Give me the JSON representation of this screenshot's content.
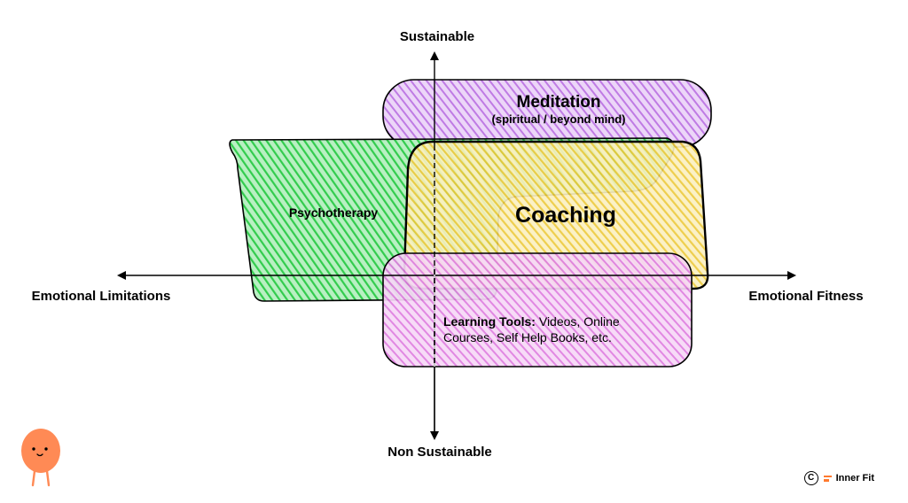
{
  "axes": {
    "top": "Sustainable",
    "bottom": "Non Sustainable",
    "left": "Emotional Limitations",
    "right": "Emotional Fitness"
  },
  "regions": {
    "meditation": {
      "title": "Meditation",
      "subtitle": "(spiritual / beyond mind)",
      "color": "#c17ee6"
    },
    "psychotherapy": {
      "title": "Psychotherapy",
      "color": "#3fd45a"
    },
    "coaching": {
      "title": "Coaching",
      "color": "#efcf45"
    },
    "learning_tools": {
      "title_bold": "Learning Tools:",
      "line1_rest": " Videos, Online",
      "line2": "Courses, Self Help Books, etc.",
      "color": "#e07fe2"
    }
  },
  "footer": {
    "copyright": "C",
    "brand": "Inner Fit"
  },
  "colors": {
    "mascot": "#ff8a55",
    "logo": "#ff7a2f"
  }
}
